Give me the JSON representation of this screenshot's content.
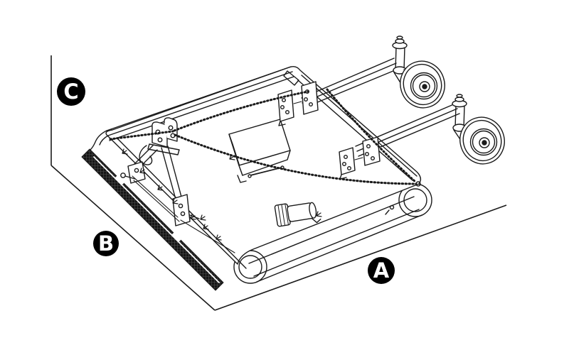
{
  "figure": {
    "type": "technical-line-drawing",
    "subject": "Rotary cutter implement (isometric view) with overall dimension callouts",
    "background_color": "#ffffff",
    "line_color": "#1a1a1a",
    "callouts": [
      {
        "label": "A",
        "circle_color": "#000000",
        "label_color": "#ffffff"
      },
      {
        "label": "B",
        "circle_color": "#000000",
        "label_color": "#ffffff"
      },
      {
        "label": "C",
        "circle_color": "#000000",
        "label_color": "#ffffff"
      }
    ]
  }
}
